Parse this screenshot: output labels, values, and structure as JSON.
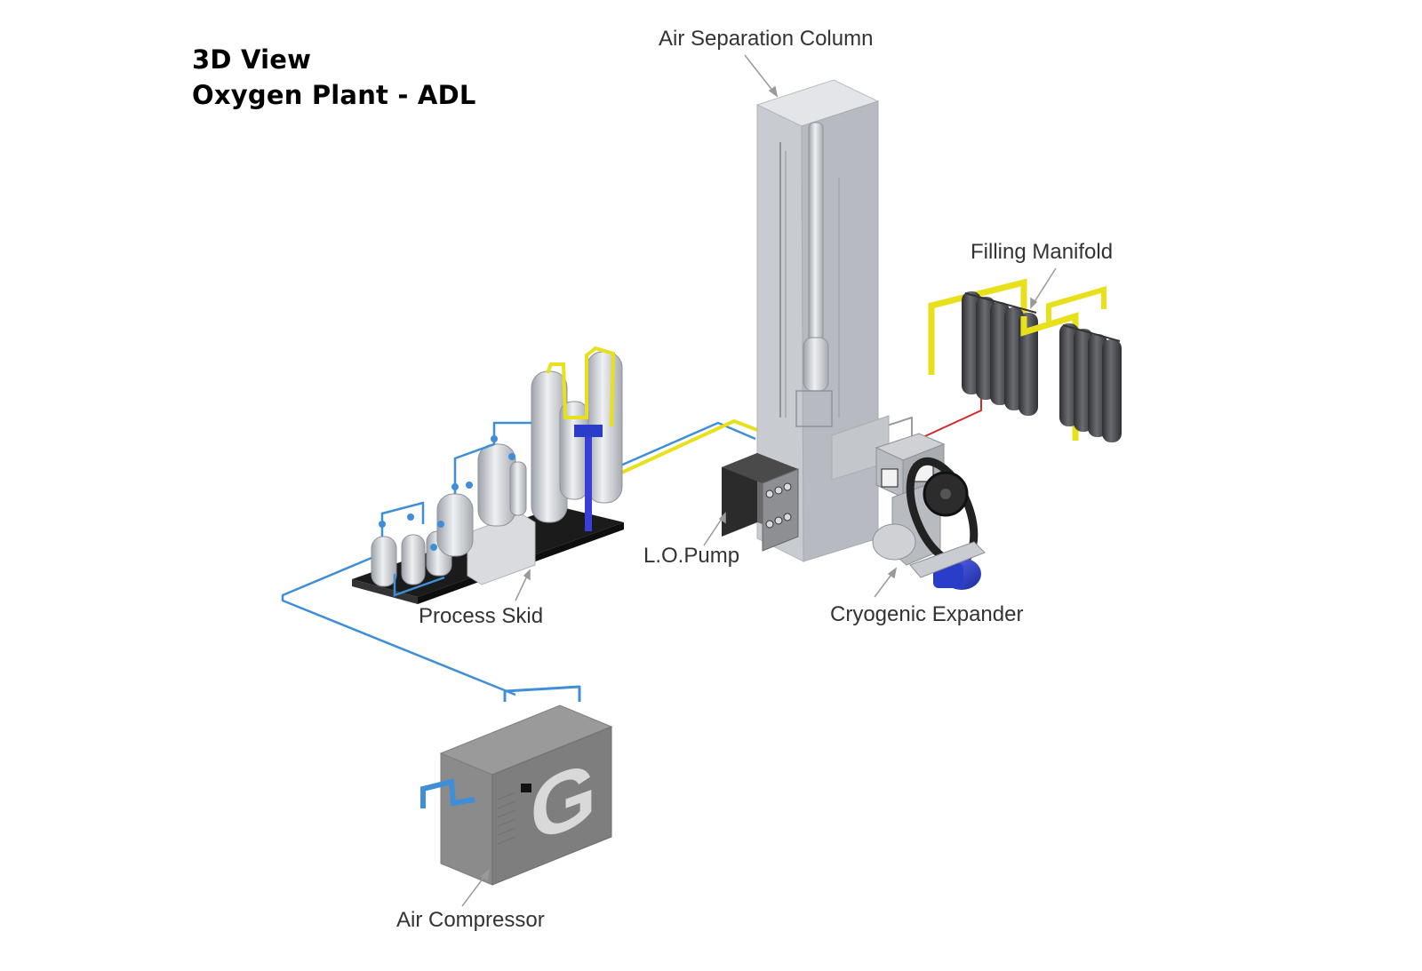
{
  "header": {
    "title_line1": "3D View",
    "title_line2": "Oxygen Plant - ADL"
  },
  "labels": {
    "air_separation_column": "Air Separation Column",
    "filling_manifold": "Filling Manifold",
    "lo_pump": "L.O.Pump",
    "process_skid": "Process Skid",
    "cryogenic_expander": "Cryogenic Expander",
    "air_compressor": "Air Compressor"
  },
  "compressor": {
    "logo_letter": "G"
  },
  "colors": {
    "pipe_blue": "#3f8fd8",
    "pipe_yellow": "#e8e01a",
    "pipe_red": "#d02a2a",
    "equipment_grey": "#c9ccd1",
    "compressor_grey": "#8a8a8a",
    "skid_black": "#1b1b1b",
    "cylinder_dark": "#4b4c50",
    "motor_blue": "#2a3dc8",
    "leader_line": "#9a9a9a"
  }
}
